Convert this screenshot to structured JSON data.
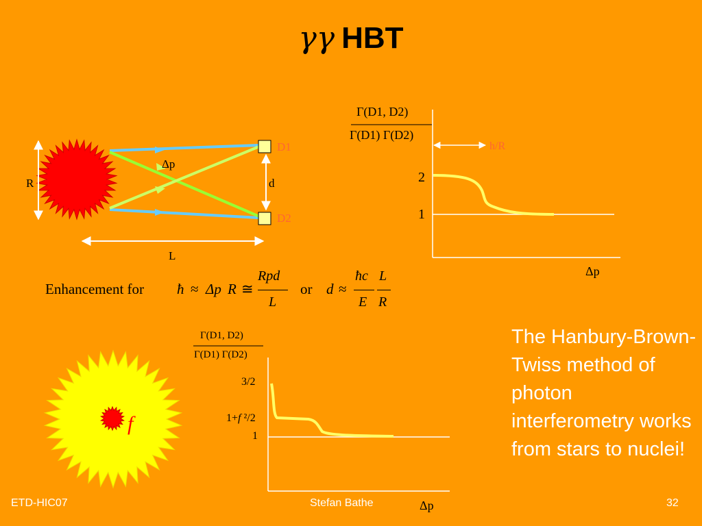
{
  "title": {
    "greek": "γγ",
    "text": "HBT"
  },
  "top_diagram": {
    "label_R": "R",
    "label_L": "L",
    "label_d": "d",
    "label_dp": "Δp",
    "detector1": "D1",
    "detector2": "D2"
  },
  "graph1": {
    "ratio_num": "Γ(D1, D2)",
    "ratio_den": "Γ(D1) Γ(D2)",
    "width_label": "h/R",
    "y_label_2": "2",
    "y_label_1": "1",
    "x_label": "Δp"
  },
  "formula": {
    "prefix": "Enhancement for",
    "hbar": "ħ",
    "approx1": "≈",
    "dp": "Δp",
    "R": "R",
    "cong": "≅",
    "frac1_num": "Rpd",
    "frac1_den": "L",
    "or": "or",
    "d": "d",
    "approx2": "≈",
    "frac2_num": "ħc",
    "frac2_den": "E",
    "frac3_num": "L",
    "frac3_den": "R"
  },
  "graph2": {
    "ratio_num": "Γ(D1, D2)",
    "ratio_den": "Γ(D1) Γ(D2)",
    "y_label_3_2": "3/2",
    "y_label_f_pre": "1+",
    "y_label_f_var": "f",
    "y_label_f_post": " ²/2",
    "y_label_1": "1",
    "x_label": "Δp"
  },
  "nucleus": {
    "f_label": "f"
  },
  "side_text": "The Hanbury-Brown-Twiss method of photon interferometry works from stars to nuclei!",
  "footer": {
    "left": "ETD-HIC07",
    "center": "Stefan Bathe",
    "page": "32"
  },
  "colors": {
    "background": "#FF9900",
    "star_red": "#FF0000",
    "star_yellow": "#FFFF00",
    "curve": "#FFFF66",
    "detector_label": "#FF6633",
    "arrow_white": "#FFFFFF"
  }
}
